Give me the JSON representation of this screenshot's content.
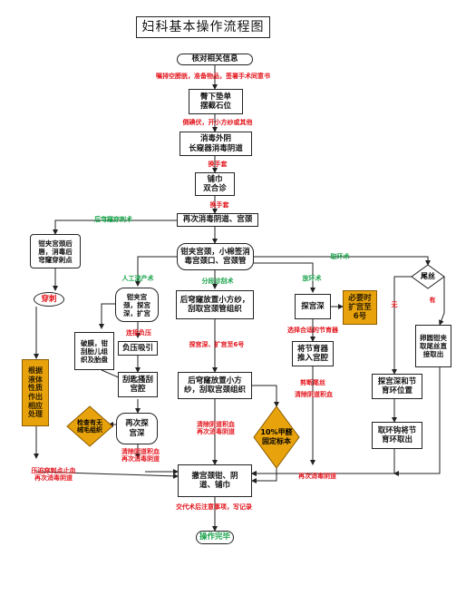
{
  "title": "妇科基本操作流程图",
  "nodes": {
    "verify": "核对相关信息",
    "position": "臀下垫单\n摆截石位",
    "disinfect_vulva": "消毒外阴\n长窥器消毒阴道",
    "drape": "铺巾\n双合诊",
    "disinfect_again": "再次消毒阴道、宫颈",
    "clamp_cervix": "钳夹宫颈，小棉签消\n毒宫颈口、宫颈管",
    "posterior_clamp": "钳夹宫颈后\n唇，消毒后\n穹窿穿刺点",
    "puncture": "穿刺",
    "judge_fluid": "根据\n液体\n性质\n作出\n相应\n处理",
    "probe_dilate": "钳夹宫\n颈，探宫\n深，扩宫",
    "rupture": "破膜，钳\n刮胎儿组\n织及胎盘",
    "suction": "负压吸引",
    "curette_cervix": "刮匙搔刮\n宫腔",
    "probe_again": "再次探\n宫深",
    "check_villi": "检查有无\n绒毛组织",
    "gauze_scrape_1": "后穹窿放置小方纱，\n刮取宫颈管组织",
    "gauze_scrape_2": "后穹窿放置小方\n纱，刮取宫颈组织",
    "oxytocin": "10%甲醛\n固定标本",
    "probe_depth": "探宫深",
    "dilate_6": "必要时\n扩宫至\n6号",
    "insert_device": "将节育器\n推入宫腔",
    "tail_wire": "尾丝",
    "probe_adjust": "探宫深和节\n育环位置",
    "remove_hook": "取环钩将节\n育环取出",
    "oval_forceps": "卵圆钳夹\n取尾丝直\n接取出",
    "remove_drape": "撤宫颈钳、阴\n道、铺巾",
    "done": "操作完毕"
  },
  "labels": {
    "prep": "嘱排空膀胱，准备物品，签署手术同意书",
    "iodine": "倒碘伏，开小方纱或其他",
    "change_gloves_1": "换手套",
    "change_gloves_2": "换手套",
    "posterior_puncture": "后穹窿穿刺术",
    "remove_ring_op": "取环术",
    "abortion": "人工流产术",
    "biopsy": "分段诊刮术",
    "insert_ring_op": "放环术",
    "connect_suction": "连接负压",
    "dilate_cervix_6": "探宫深、扩宫至6号",
    "choose_device": "选择合适的节育器",
    "cut_tail": "剪断尾丝",
    "clean_blood": "清除阴道积血",
    "clear_blood_2": "清除阴道积血\n再次消毒阴道",
    "clear_blood_3": "清除阴道积血\n再次消毒阴道",
    "compress": "压迫穿刺点止血\n再次消毒阴道",
    "disinfect_vagina": "再次消毒阴道",
    "explain": "交代术后注意事项，写记录",
    "none": "无",
    "has": "有"
  },
  "colors": {
    "red": "#e3141c",
    "green": "#18a24a",
    "gold": "#e8a30c",
    "line": "#222222"
  }
}
